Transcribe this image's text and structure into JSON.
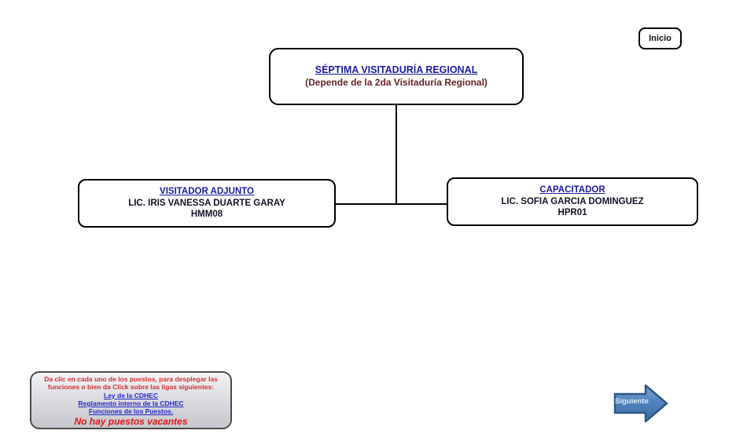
{
  "nav": {
    "inicio_label": "Inicio",
    "siguiente_label": "Siguiente"
  },
  "chart": {
    "root": {
      "title": "SÉPTIMA VISITADURÍA REGIONAL",
      "subtitle": "(Depende de la 2da Visitaduría Regional)"
    },
    "children": [
      {
        "title": "VISITADOR  ADJUNTO",
        "name": "LIC. IRIS VANESSA DUARTE GARAY",
        "code": "HMM08"
      },
      {
        "title": "CAPACITADOR",
        "name": "LIC. SOFIA GARCIA DOMINGUEZ",
        "code": "HPR01"
      }
    ]
  },
  "info_box": {
    "instructions": "Da clic en cada uno de los puestos, para desplegar las funciones o bien da Click sobre las ligas siguientes:",
    "links": [
      "Ley de la CDHEC",
      "Reglamento interno de la CDHEC",
      "Funciones de los Puestos."
    ],
    "vacancy_note": "No hay puestos vacantes"
  },
  "colors": {
    "title_blue": "#1b1ba0",
    "subtitle_dark_red": "#632423",
    "link_blue": "#2929c8",
    "instruction_red": "#cf2f2f",
    "vacancy_red": "#e01616",
    "arrow_fill": "#4f81bd",
    "arrow_border": "#2c5987"
  }
}
